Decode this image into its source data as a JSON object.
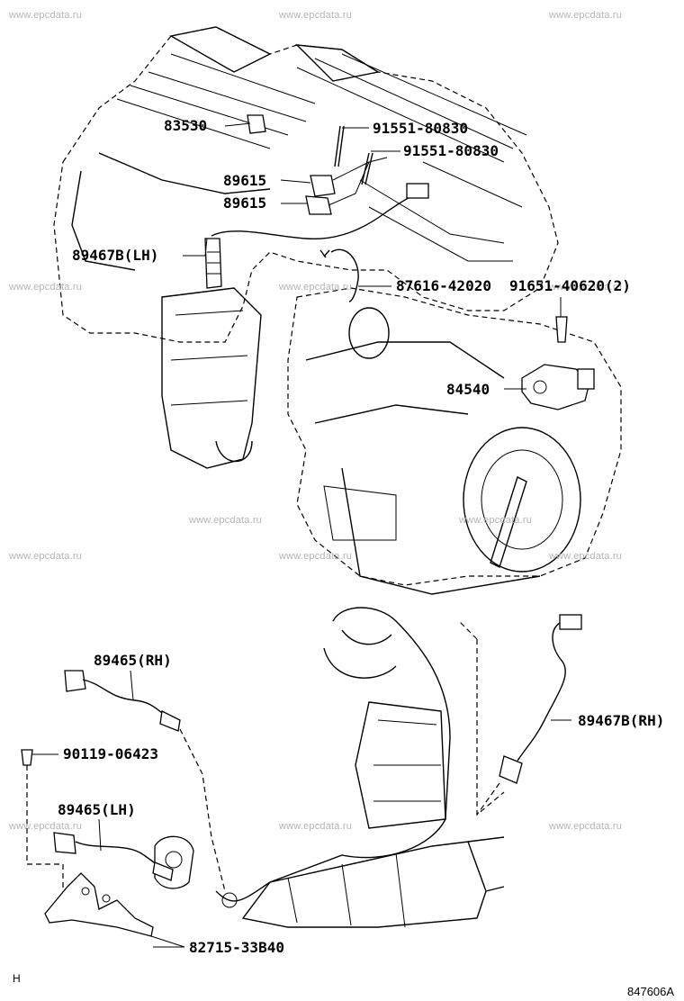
{
  "watermark_text": "www.epcdata.ru",
  "diagram_id": "847606A",
  "corner_mark": "H",
  "parts": {
    "p83530": "83530",
    "p91551_a": "91551-80830",
    "p91551_b": "91551-80830",
    "p89615_a": "89615",
    "p89615_b": "89615",
    "p89467b_lh": "89467B(LH)",
    "p87616": "87616-42020",
    "p91651": "91651-40620(2)",
    "p84540": "84540",
    "p89465_rh": "89465(RH)",
    "p90119": "90119-06423",
    "p89465_lh": "89465(LH)",
    "p89467b_rh": "89467B(RH)",
    "p82715": "82715-33B40"
  }
}
